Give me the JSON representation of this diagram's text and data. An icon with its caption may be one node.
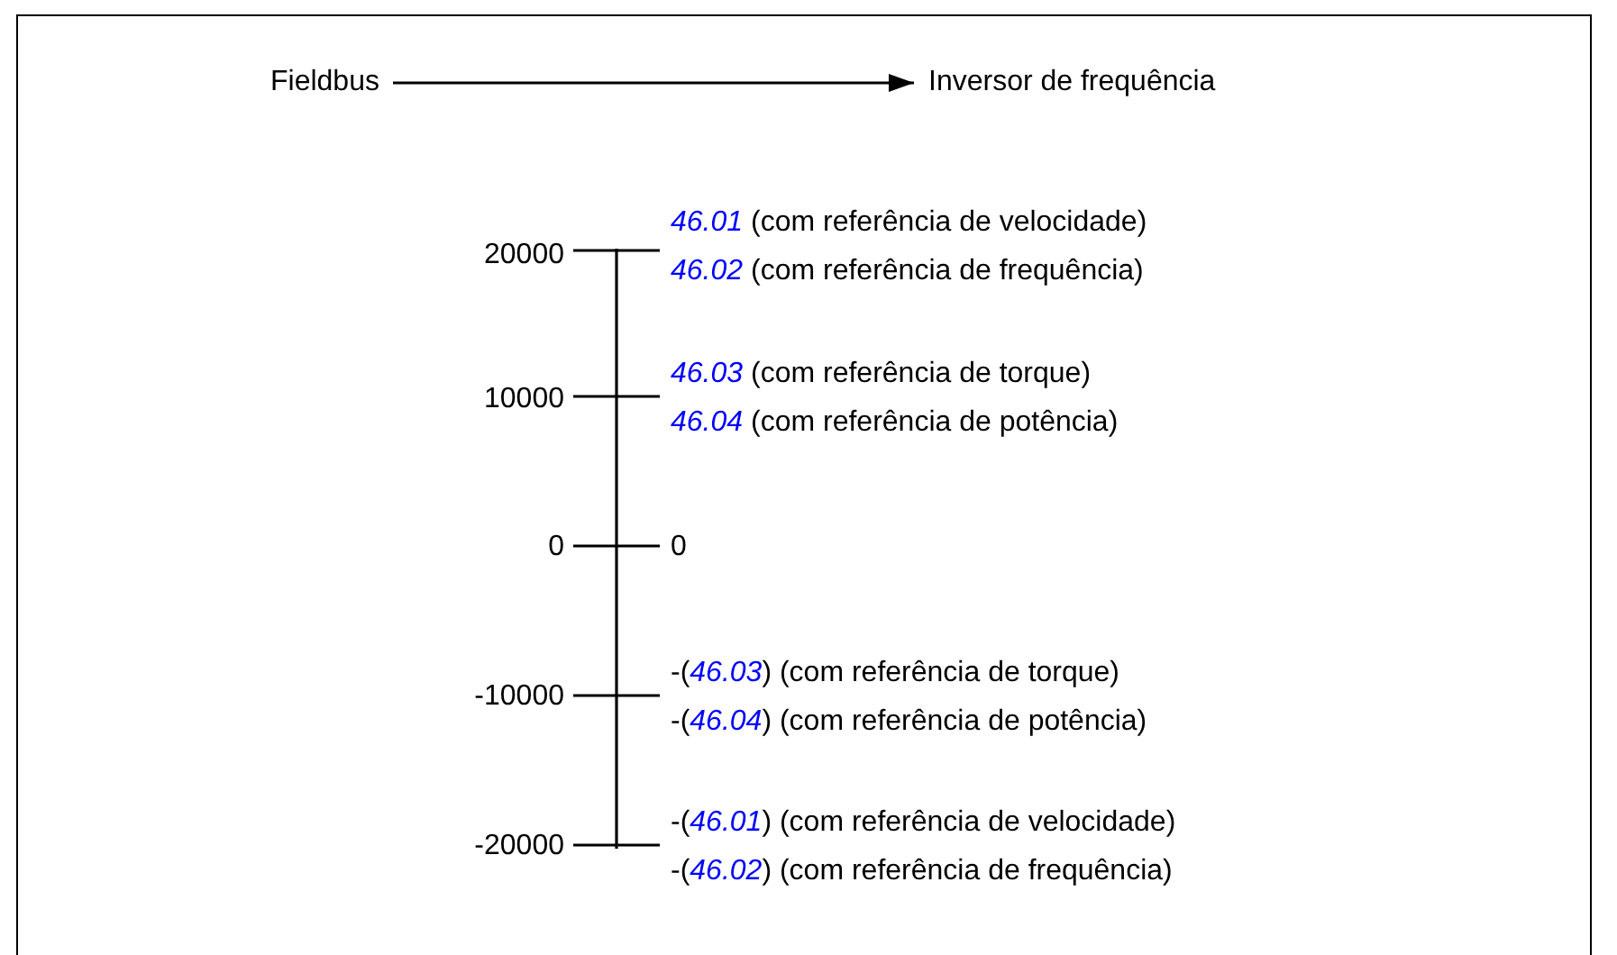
{
  "diagram": {
    "nodes": [
      {
        "text": [
          "Fieldbus"
        ]
      },
      {
        "text": [
          "Inversor de frequência"
        ]
      }
    ],
    "edges": [
      {
        "from": 0,
        "to": 1,
        "arrow": "to"
      }
    ],
    "labels": [
      "20000",
      "*46.01* (com referência de velocidade)",
      "*46.02* (com referência de frequência)",
      "10000",
      "*46.03* (com referência de torque)",
      "*46.04* (com referência de potência)",
      "0",
      "0",
      "-10000",
      "-(*46.03*) (com referência de torque)",
      "-(*46.04*) (com referência de potência)",
      "-20000",
      "-(*46.01*) (com referência de velocidade)",
      "-(*46.02*) (com referência de frequência)"
    ]
  }
}
